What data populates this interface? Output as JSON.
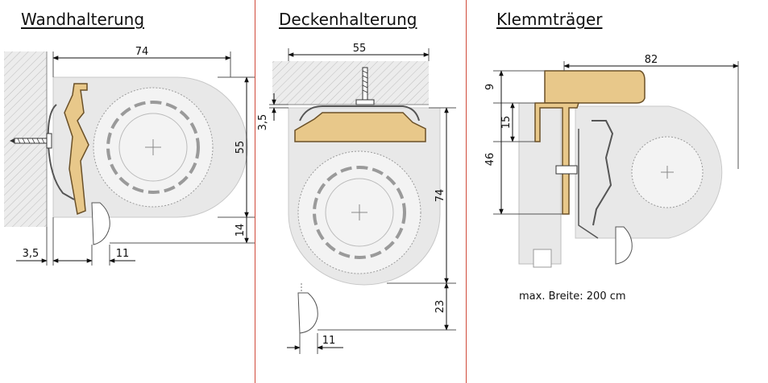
{
  "panels": [
    {
      "title": "Wandhalterung",
      "dims": {
        "width": "74",
        "height": "55",
        "bottom": "14",
        "wall_offset": "3,5",
        "bar_offset": "11"
      }
    },
    {
      "title": "Deckenhalterung",
      "dims": {
        "width": "55",
        "ceiling_offset": "3,5",
        "height": "74",
        "bar_height": "23",
        "bar_offset": "11"
      }
    },
    {
      "title": "Klemmträger",
      "dims": {
        "width": "82",
        "top": "9",
        "mid": "15",
        "height": "46"
      },
      "note": "max. Breite: 200 cm"
    }
  ],
  "colors": {
    "divider": "#d04a3a",
    "bracket": "#e8c88a",
    "bracket_stroke": "#6b5128",
    "housing": "#e6e6e6",
    "wall": "#e8e8e8"
  }
}
